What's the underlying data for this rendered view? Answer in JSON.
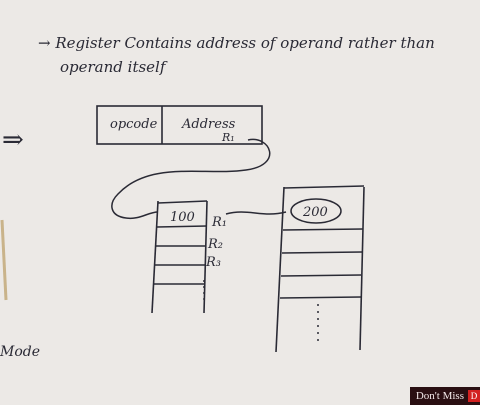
{
  "note_line1": "→ Register Contains address of operand rather than",
  "note_line2": "operand itself",
  "instr_opcode": "opcode",
  "instr_address": "Address",
  "instr_reg": "R₁",
  "reg_r1_value": "100",
  "reg_labels": [
    "R₁",
    "R₂",
    "R₃"
  ],
  "memory_value": "200",
  "left_arrow": "⇒",
  "left_word": "Mode",
  "banner_text": "Don't Miss",
  "banner_badge": "D"
}
